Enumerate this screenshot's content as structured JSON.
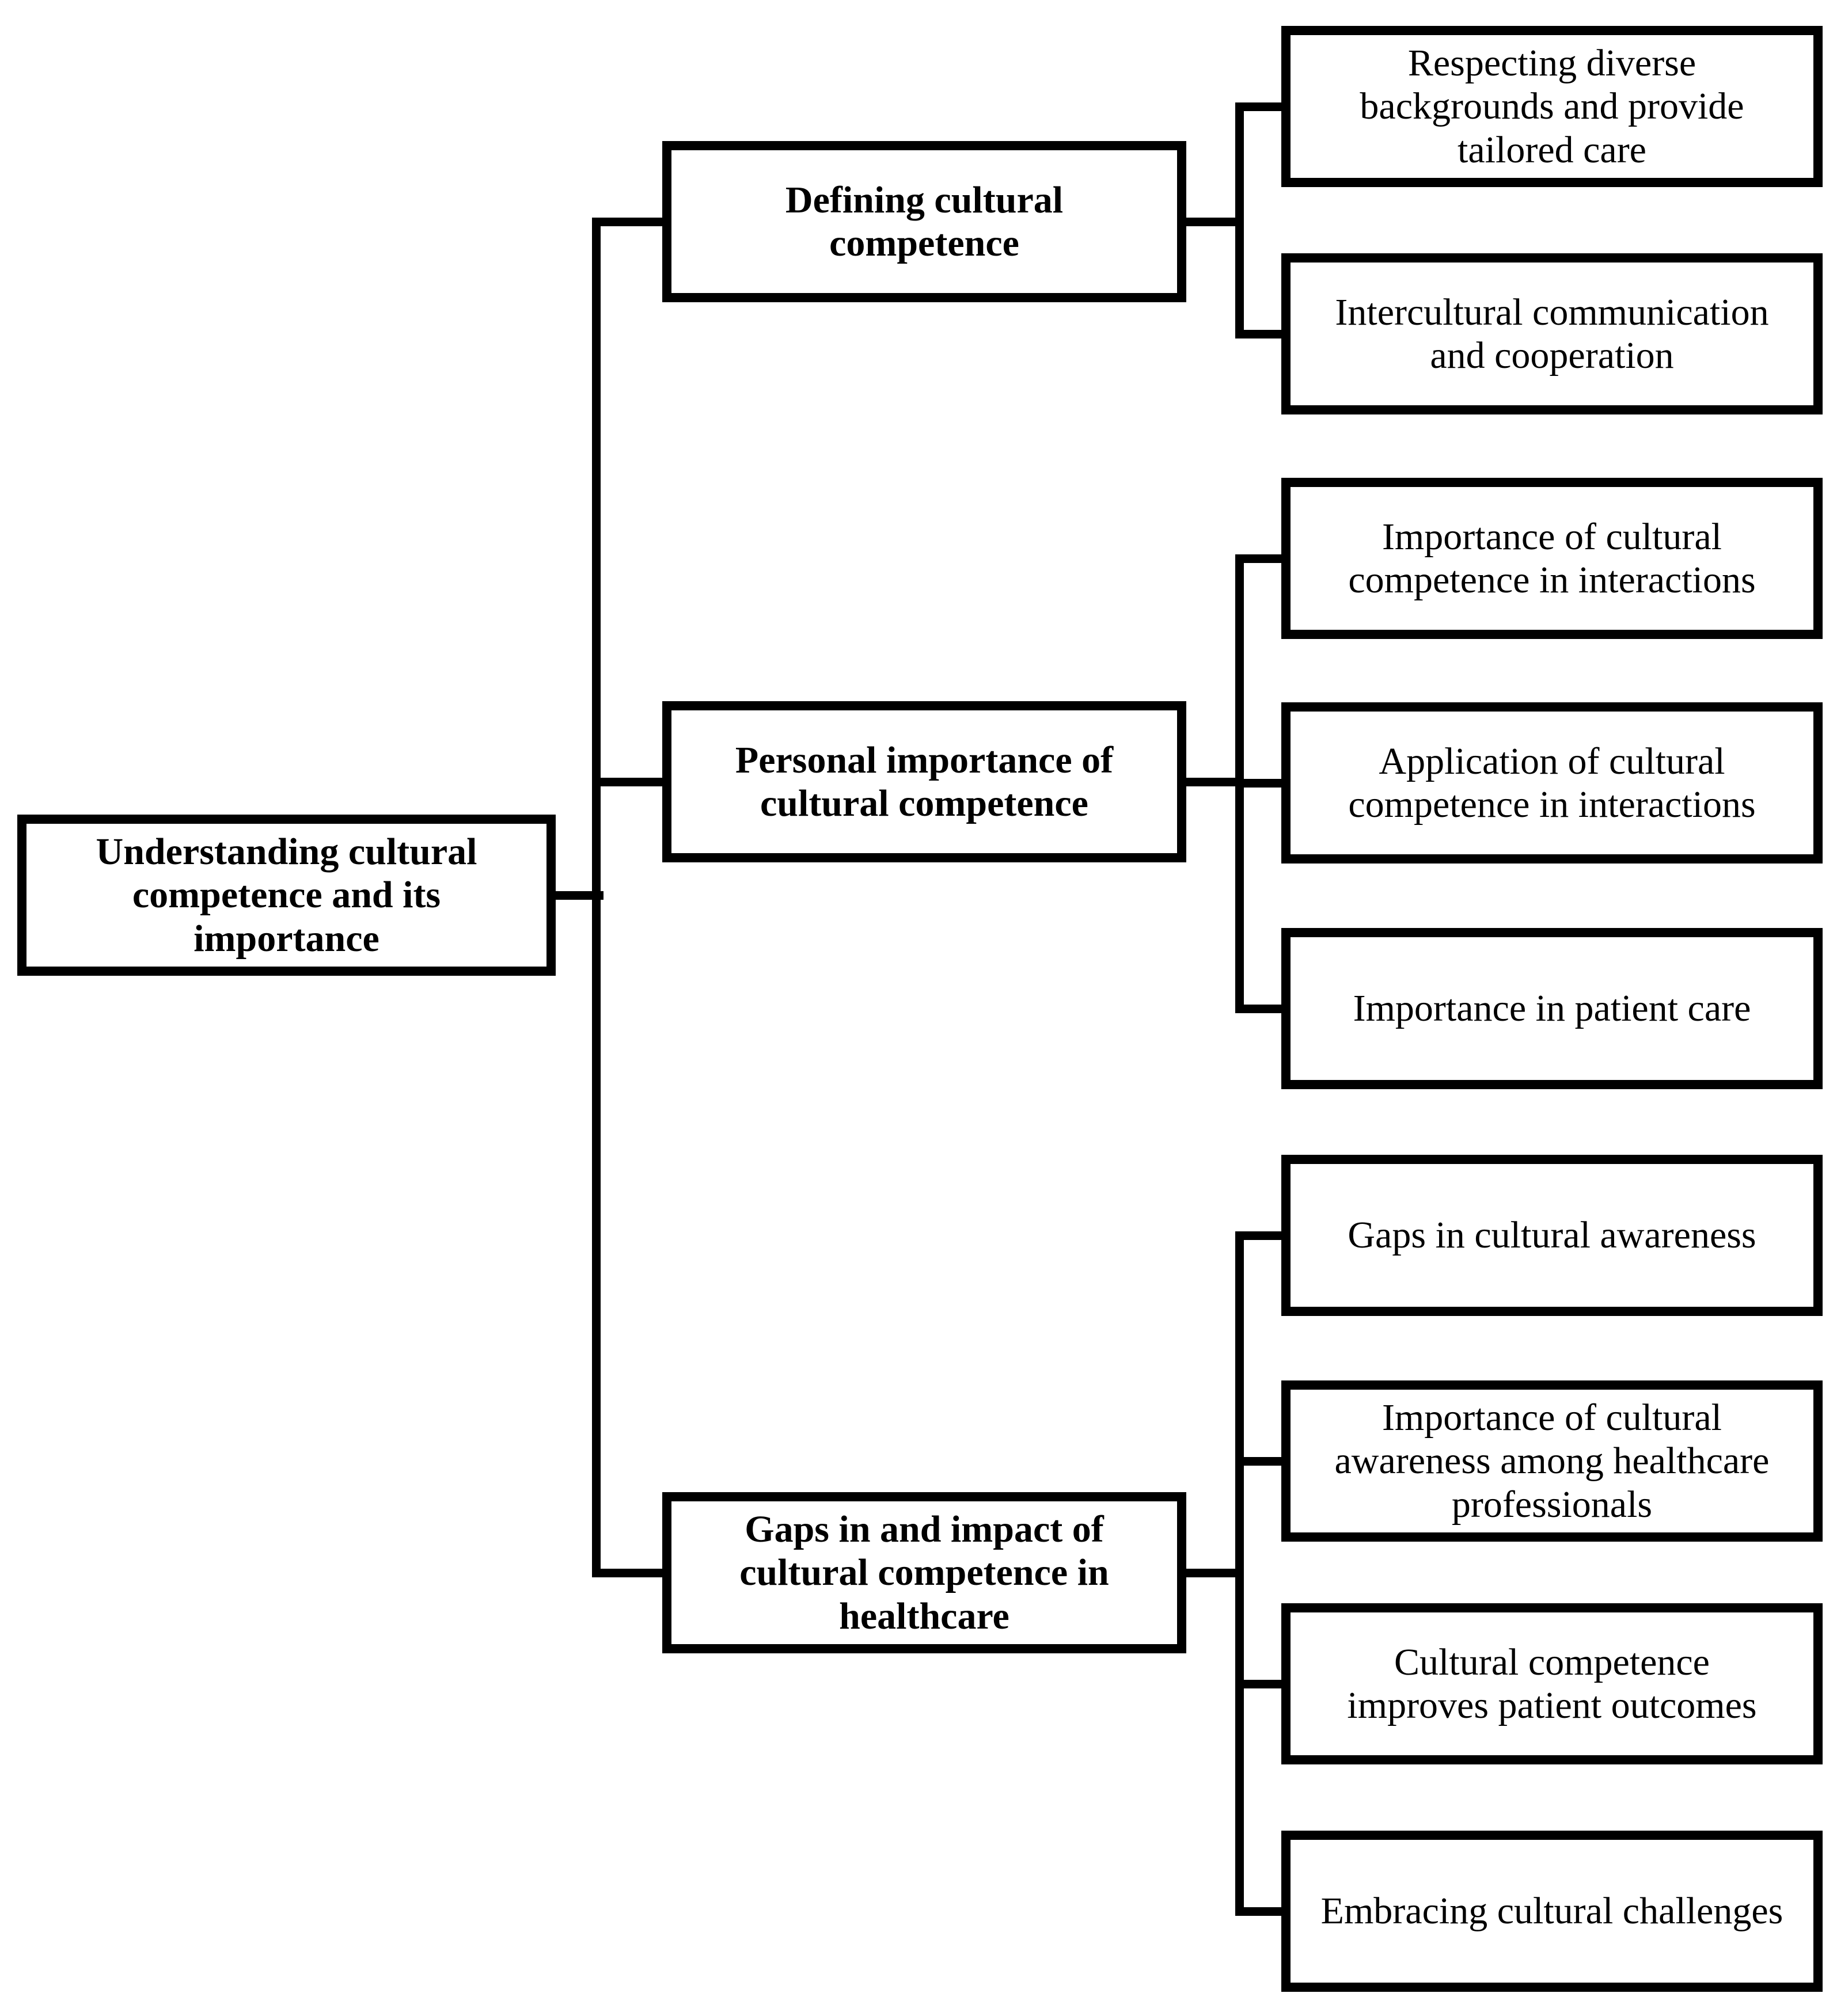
{
  "diagram": {
    "title": "Understanding cultural competence mind map",
    "colors": {
      "background": "#ffffff",
      "box_fill": "#ffffff",
      "box_border": "#000000",
      "connector": "#000000",
      "text": "#000000"
    },
    "root": {
      "label": "Understanding cultural\ncompetence and its\nimportance"
    },
    "branches": [
      {
        "label": "Defining cultural\ncompetence",
        "children": [
          "Respecting diverse\nbackgrounds and provide\ntailored care",
          "Intercultural communication\nand cooperation"
        ]
      },
      {
        "label": "Personal importance of\ncultural competence",
        "children": [
          "Importance of cultural\ncompetence in interactions",
          "Application of cultural\ncompetence in interactions",
          "Importance in patient care"
        ]
      },
      {
        "label": "Gaps in and impact of\ncultural competence in\nhealthcare",
        "children": [
          "Gaps in cultural awareness",
          "Importance of cultural\nawareness among healthcare\nprofessionals",
          "Cultural competence\nimproves patient outcomes",
          "Embracing cultural challenges"
        ]
      }
    ]
  }
}
